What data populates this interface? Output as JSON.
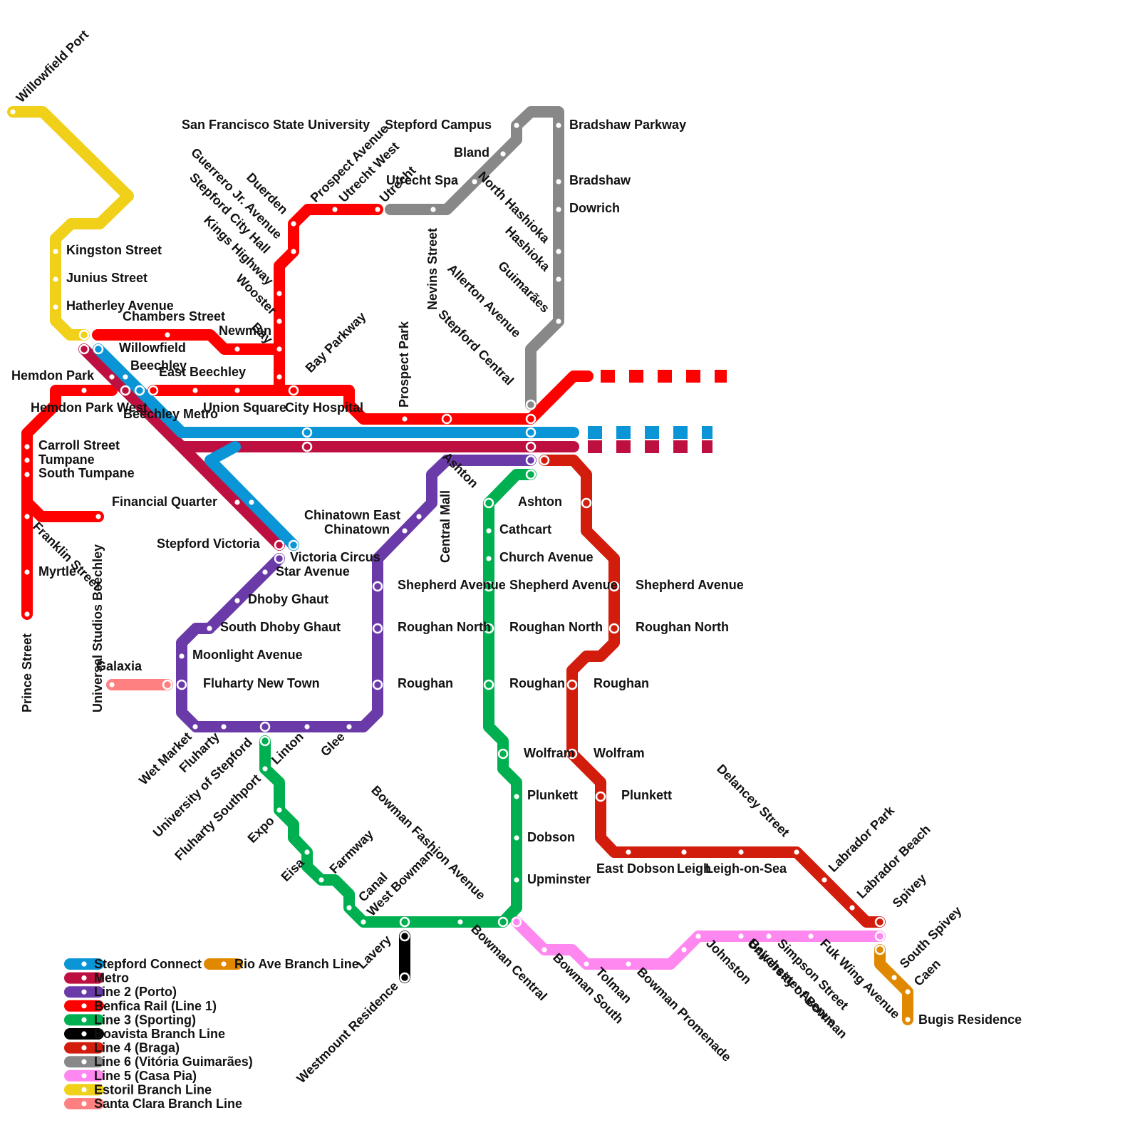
{
  "map_title": "",
  "lines": [
    {
      "key": "stepford",
      "name": "Stepford Connect",
      "color": "#0a95d6"
    },
    {
      "key": "metro",
      "name": "Metro",
      "color": "#be1040"
    },
    {
      "key": "l2",
      "name": "Line 2 (Porto)",
      "color": "#6a3aa8"
    },
    {
      "key": "benfica",
      "name": "Benfica Rail (Line 1)",
      "color": "#ff0000"
    },
    {
      "key": "l3",
      "name": "Line 3 (Sporting)",
      "color": "#00b050"
    },
    {
      "key": "boavista",
      "name": "Boavista Branch Line",
      "color": "#000000"
    },
    {
      "key": "l4",
      "name": "Line 4 (Braga)",
      "color": "#d21c0c"
    },
    {
      "key": "l6",
      "name": "Line 6 (Vitória Guimarães)",
      "color": "#888888"
    },
    {
      "key": "l5",
      "name": "Line 5 (Casa Pia)",
      "color": "#ff88f0"
    },
    {
      "key": "estoril",
      "name": "Estoril Branch Line",
      "color": "#f0d018"
    },
    {
      "key": "santaclara",
      "name": "Santa Clara Branch Line",
      "color": "#ff8080"
    },
    {
      "key": "rioave",
      "name": "Rio Ave Branch Line",
      "color": "#e08800"
    }
  ],
  "station_names": {
    "willowfield_port": "Willowfield Port",
    "kingston_street": "Kingston Street",
    "junius_street": "Junius Street",
    "hatherley_avenue": "Hatherley Avenue",
    "chambers_street": "Chambers Street",
    "willowfield": "Willowfield",
    "newman": "Newman",
    "hemdon_park": "Hemdon Park",
    "beechley": "Beechley",
    "east_beechley": "East Beechley",
    "hemdon_park_west": "Hemdon Park West",
    "beechley_metro": "Beechley Metro",
    "union_square": "Union Square",
    "city_hospital": "City Hospital",
    "bay_parkway": "Bay Parkway",
    "bay": "Bay",
    "wooster": "Wooster",
    "kings_highway": "Kings Highway",
    "stepford_city_hall": "Stepford City Hall",
    "guerrero_jr_avenue": "Guerrero Jr. Avenue",
    "duerden": "Duerden",
    "prospect_avenue": "Prospect Avenue",
    "utrecht_west": "Utrecht West",
    "utrecht": "Utrecht",
    "utrecht_spa": "Utrecht Spa",
    "sfsu": "San Francisco State University",
    "stepford_campus": "Stepford Campus",
    "bland": "Bland",
    "bradshaw_parkway": "Bradshaw Parkway",
    "bradshaw": "Bradshaw",
    "dowrich": "Dowrich",
    "north_hashioka": "North Hashioka",
    "hashioka": "Hashioka",
    "guimaraes": "Guimarães",
    "nevins_street": "Nevins Street",
    "allerton_avenue": "Allerton Avenue",
    "stepford_central": "Stepford Central",
    "prospect_park": "Prospect Park",
    "carroll_street": "Carroll Street",
    "tumpane": "Tumpane",
    "south_tumpane": "South Tumpane",
    "financial_quarter": "Financial Quarter",
    "franklin_street": "Franklin Street",
    "myrtle": "Myrtle",
    "prince_street": "Prince Street",
    "universal_studios_beechley": "Universal Studios Beechley",
    "stepford_victoria": "Stepford Victoria",
    "victoria_circus": "Victoria Circus",
    "star_avenue": "Star Avenue",
    "dhoby_ghaut": "Dhoby Ghaut",
    "south_dhoby_ghaut": "South Dhoby Ghaut",
    "moonlight_avenue": "Moonlight Avenue",
    "fluharty_new_town": "Fluharty New Town",
    "galaxia": "Galaxia",
    "wet_market": "Wet Market",
    "fluharty": "Fluharty",
    "university_of_stepford": "University of Stepford",
    "linton": "Linton",
    "glee": "Glee",
    "fluharty_southport": "Fluharty Southport",
    "expo": "Expo",
    "eisa": "Eisa",
    "farmway": "Farmway",
    "canal": "Canal",
    "west_bowman": "West Bowman",
    "bowman_fashion_avenue": "Bowman Fashion Avenue",
    "bowman_central": "Bowman Central",
    "lavery": "Lavery",
    "westmount_residence": "Westmount Residence",
    "chinatown_east": "Chinatown East",
    "chinatown": "Chinatown",
    "central_mall": "Central Mall",
    "ashton": "Ashton",
    "cathcart": "Cathcart",
    "church_avenue": "Church Avenue",
    "shepherd_avenue": "Shepherd Avenue",
    "roughan_north": "Roughan North",
    "roughan": "Roughan",
    "wolfram": "Wolfram",
    "plunkett": "Plunkett",
    "dobson": "Dobson",
    "upminster": "Upminster",
    "east_dobson": "East Dobson",
    "leigh": "Leigh",
    "leigh_on_sea": "Leigh-on-Sea",
    "delancey_street": "Delancey Street",
    "labrador_park": "Labrador Park",
    "labrador_beach": "Labrador Beach",
    "spivey": "Spivey",
    "south_spivey": "South Spivey",
    "caen": "Caen",
    "bugis_residence": "Bugis Residence",
    "bowman_south": "Bowman South",
    "tolman": "Tolman",
    "bowman_promenade": "Bowman Promenade",
    "johnston": "Johnston",
    "university_of_bowman": "University of Bowman",
    "baychester_avenue": "Baychester Avenue",
    "simpson_street": "Simpson Street",
    "fuk_wing_avenue": "Fuk Wing Avenue"
  }
}
